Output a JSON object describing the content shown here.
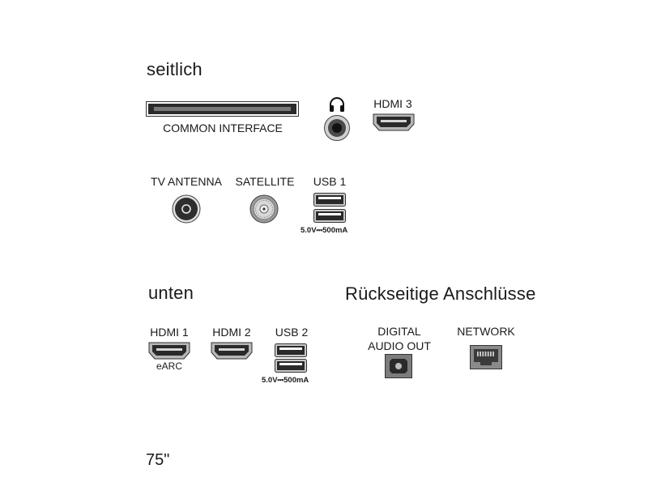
{
  "sections": {
    "side_title": "seitlich",
    "bottom_title": "unten",
    "rear_title": "Rückseitige Anschlüsse"
  },
  "side": {
    "ci_label": "COMMON INTERFACE",
    "headphone_icon": "headphones-icon",
    "hdmi3_label": "HDMI 3",
    "tv_antenna_label": "TV ANTENNA",
    "satellite_label": "SATELLITE",
    "usb1_label": "USB 1",
    "usb1_spec": "5.0V⎓500mA"
  },
  "bottom": {
    "hdmi1_label": "HDMI 1",
    "hdmi1_sub": "eARC",
    "hdmi2_label": "HDMI 2",
    "usb2_label": "USB 2",
    "usb2_spec": "5.0V⎓500mA"
  },
  "rear": {
    "digital_audio_label_line1": "DIGITAL",
    "digital_audio_label_line2": "AUDIO OUT",
    "network_label": "NETWORK"
  },
  "footer": {
    "size": "75\""
  }
}
